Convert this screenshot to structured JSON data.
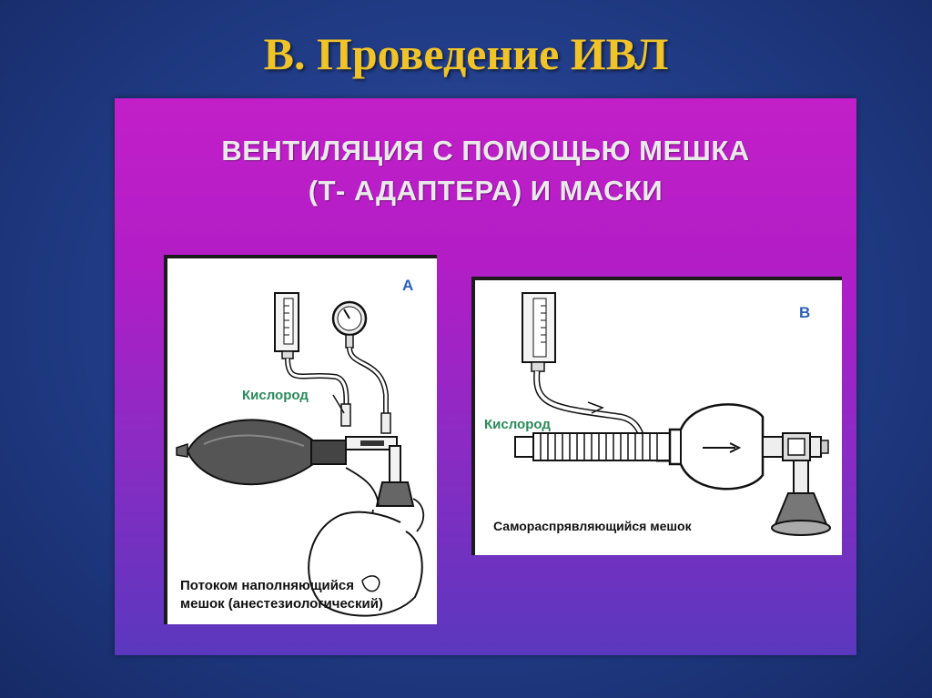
{
  "slide": {
    "title": "В. Проведение ИВЛ",
    "heading_line1": "ВЕНТИЛЯЦИЯ С ПОМОЩЬЮ МЕШКА",
    "heading_line2": "(Т- АДАПТЕРА) И МАСКИ"
  },
  "panel_a": {
    "letter": "А",
    "oxygen_label": "Кислород",
    "caption_line1": "Потоком наполняющийся",
    "caption_line2": "мешок (анестезиологический)"
  },
  "panel_b": {
    "letter": "В",
    "oxygen_label": "Кислород",
    "caption": "Самораспрявляющийся мешок"
  },
  "colors": {
    "title": "#f0c428",
    "panel_top": "#c21fc8",
    "panel_bottom": "#5a38bd",
    "letter": "#2a5fb8",
    "oxygen": "#2b8a5a"
  }
}
